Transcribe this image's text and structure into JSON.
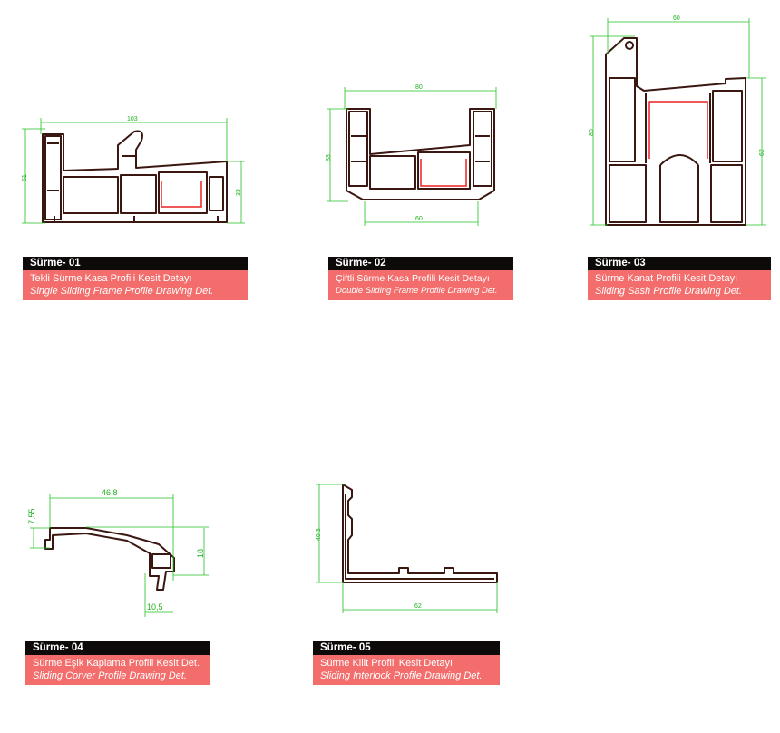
{
  "profiles": [
    {
      "code": "Sürme- 01",
      "title_tr": "Tekli Sürme Kasa Profili Kesit Detayı",
      "title_en": "Single Sliding Frame Profile Drawing Det.",
      "dims": [
        "103",
        "51",
        "33"
      ]
    },
    {
      "code": "Sürme- 02",
      "title_tr": "Çiftli Sürme Kasa Profili Kesit Detayı",
      "title_en": "Double Sliding Frame Profile Drawing Det.",
      "dims": [
        "80",
        "33",
        "60"
      ]
    },
    {
      "code": "Sürme- 03",
      "title_tr": "Sürme Kanat Profili Kesit Detayı",
      "title_en": "Sliding Sash Profile Drawing Det.",
      "dims": [
        "60",
        "80",
        "62"
      ]
    },
    {
      "code": "Sürme- 04",
      "title_tr": "Sürme Eşik Kaplama Profili Kesit Det.",
      "title_en": "Sliding Corver Profile Drawing Det.",
      "dims": [
        "46,8",
        "7,55",
        "18",
        "10,5"
      ]
    },
    {
      "code": "Sürme- 05",
      "title_tr": "Sürme Kilit Profili Kesit Detayı",
      "title_en": "Sliding Interlock Profile Drawing Det.",
      "dims": [
        "40,3",
        "62"
      ]
    }
  ],
  "colors": {
    "header": "#0e0a0a",
    "caption": "#f26d6b",
    "dimension": "#21c321",
    "profile": "#3b1712",
    "gasket": "#e82020"
  }
}
